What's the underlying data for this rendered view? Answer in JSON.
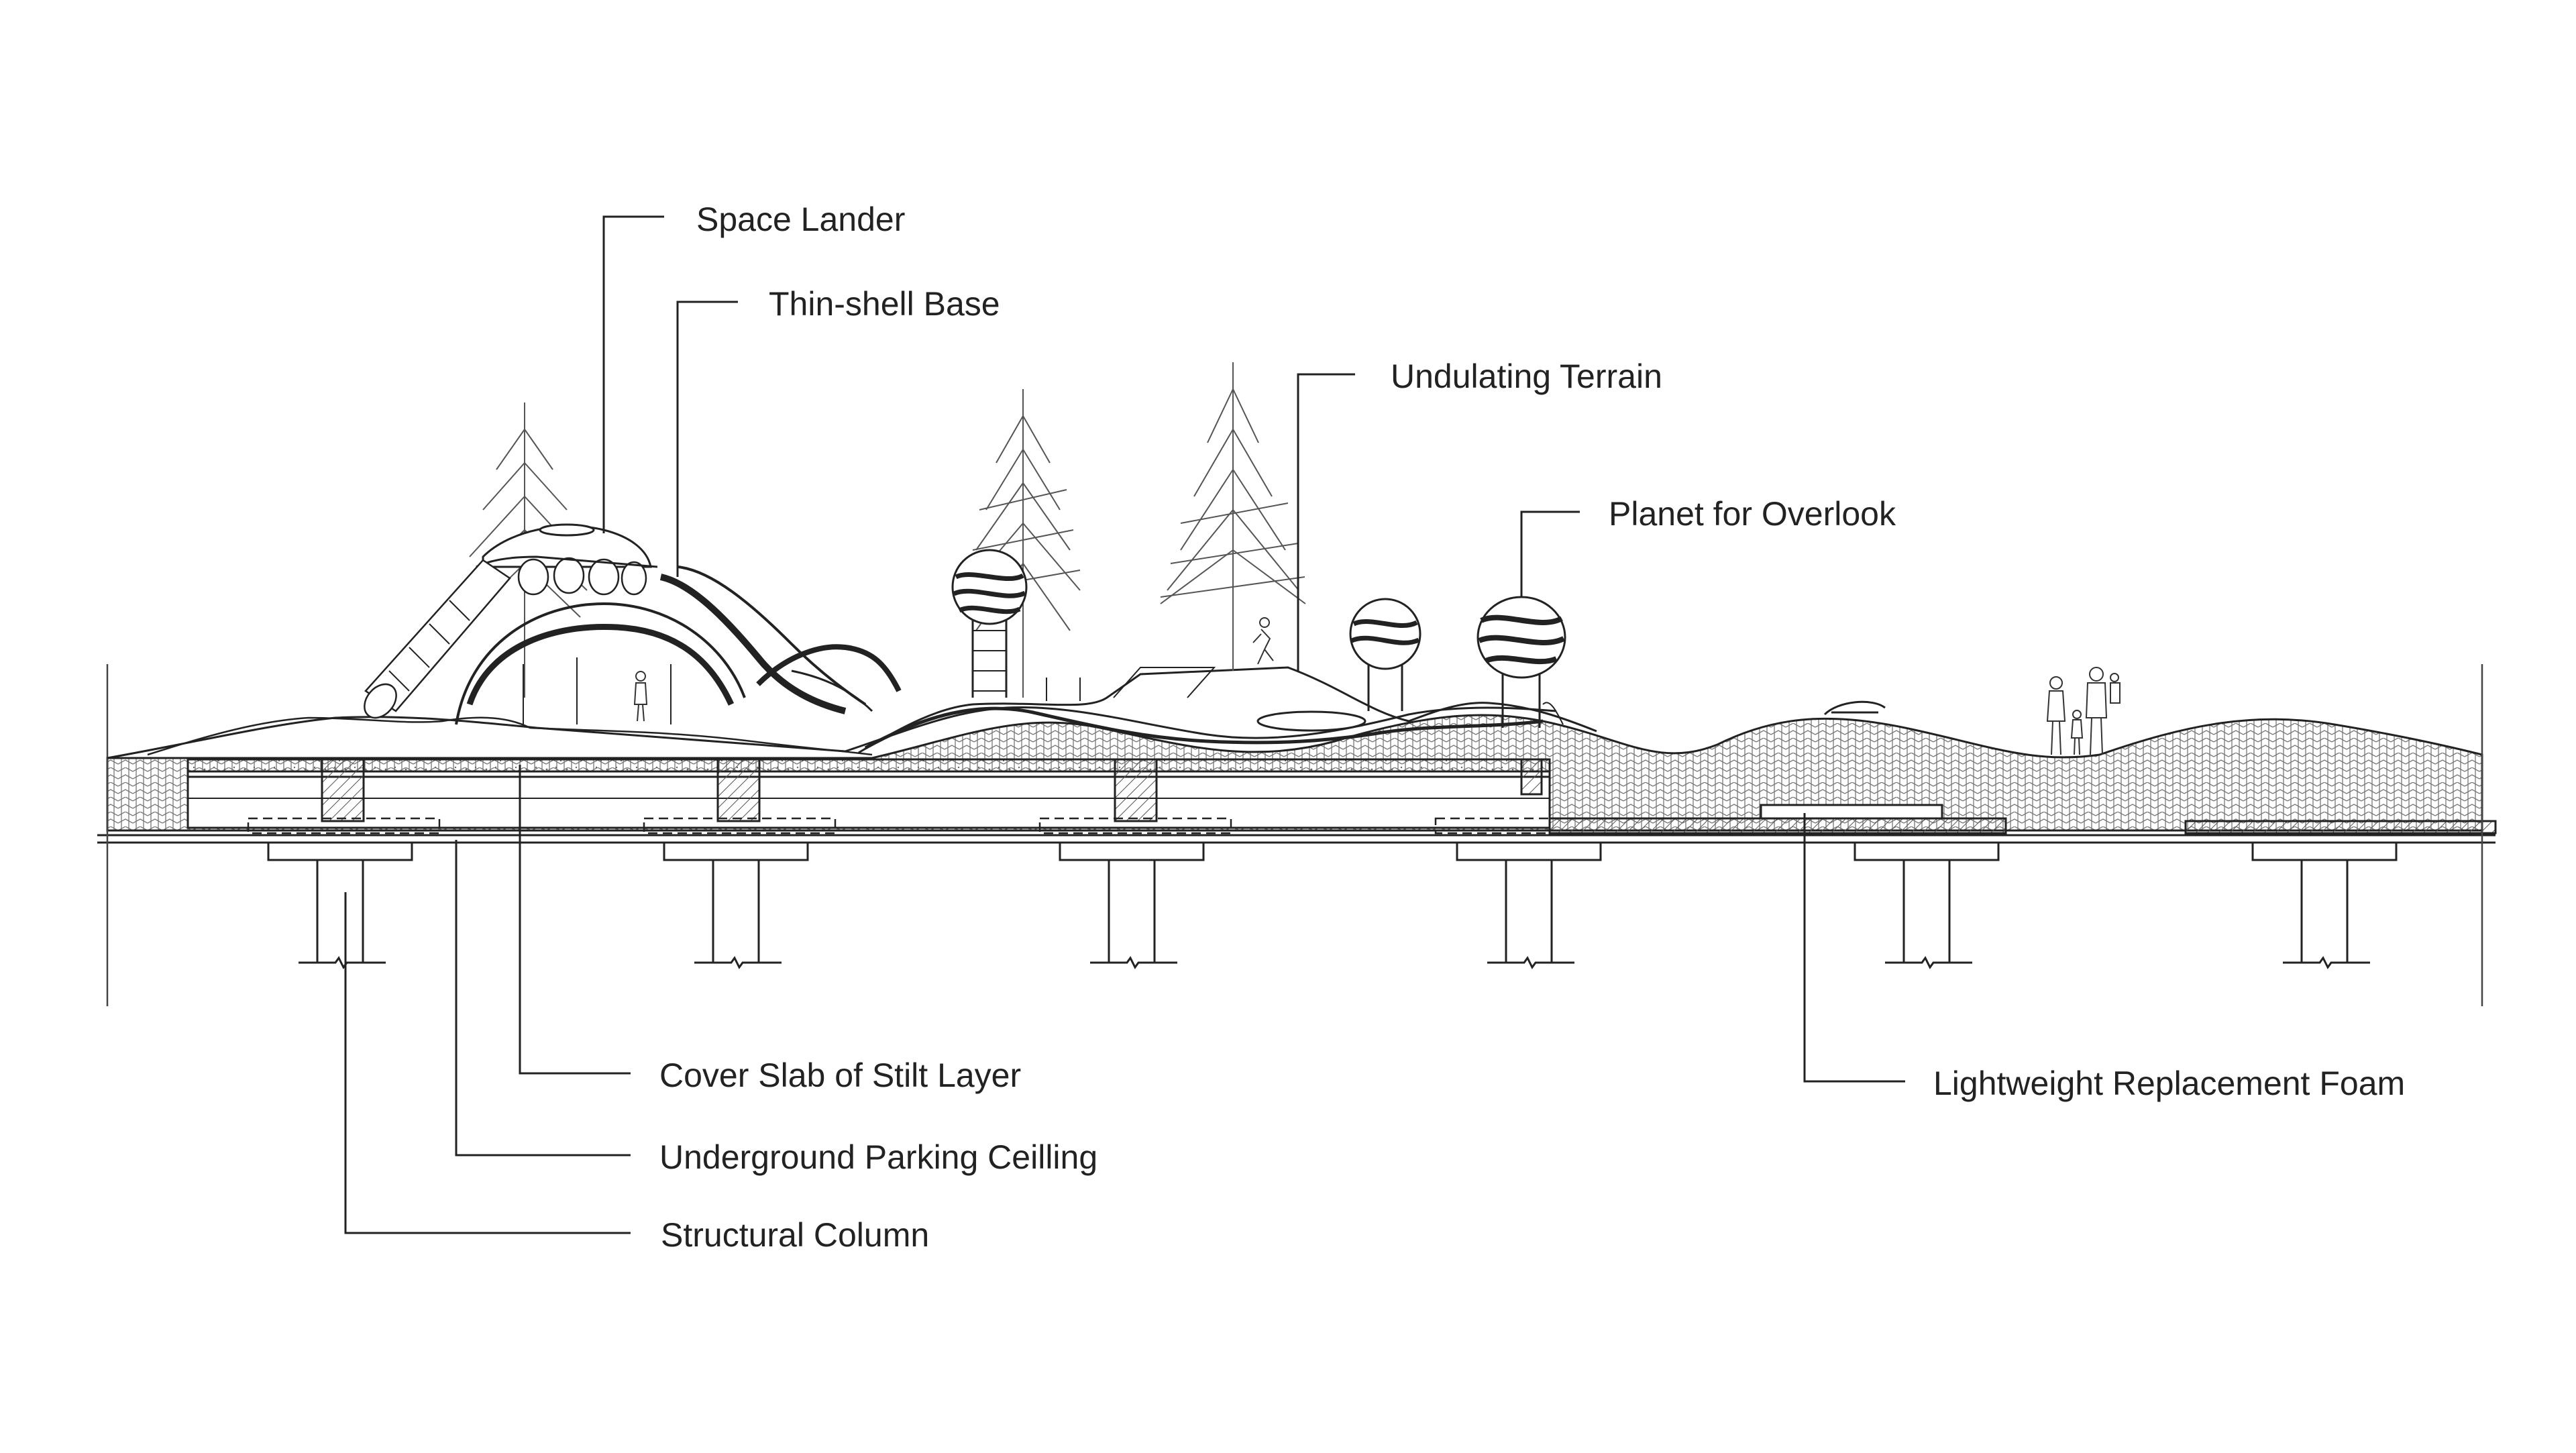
{
  "labels": {
    "space_lander": "Space Lander",
    "thin_shell_base": "Thin-shell Base",
    "undulating_terrain": "Undulating Terrain",
    "planet_for_overlook": "Planet for Overlook",
    "cover_slab": "Cover Slab of Stilt Layer",
    "parking_ceiling": "Underground Parking Ceilling",
    "structural_column": "Structural Column",
    "replacement_foam": "Lightweight Replacement Foam"
  },
  "colors": {
    "line": "#222222",
    "background": "#ffffff"
  }
}
